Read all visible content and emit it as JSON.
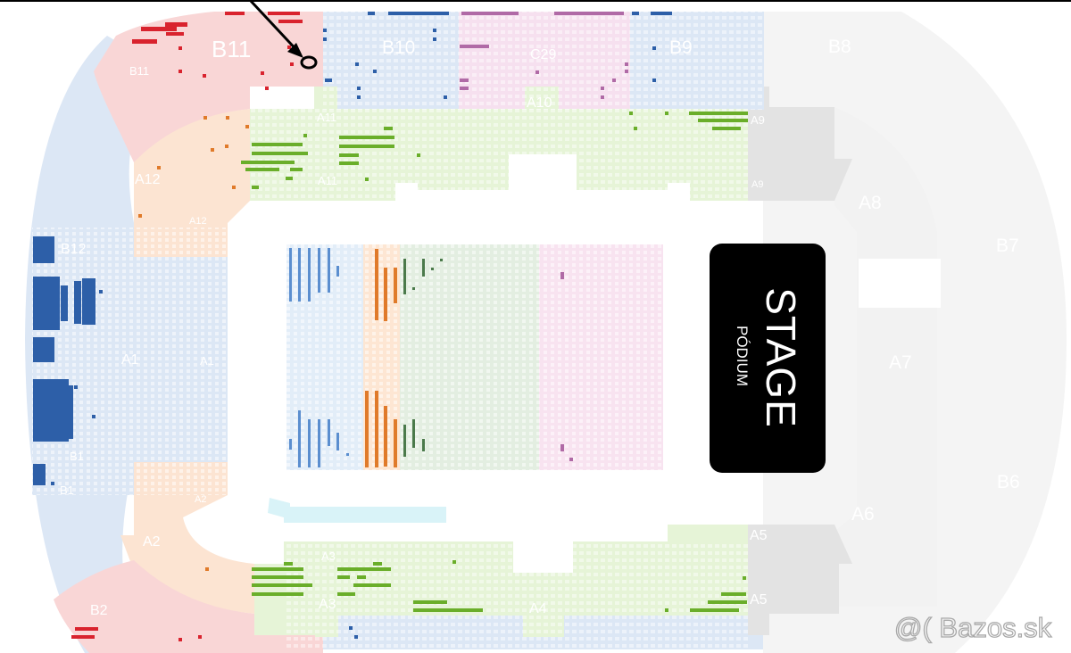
{
  "map": {
    "stage": {
      "title": "STAGE",
      "subtitle": "PÓDIUM"
    },
    "sections": {
      "B11_big": "B11",
      "B11_small": "B11",
      "B10": "B10",
      "C29": "C29",
      "B9": "B9",
      "B8": "B8",
      "A11_top": "A11",
      "A11_bottom": "A11",
      "A10": "A10",
      "A9_top": "A9",
      "A9_bottom": "A9",
      "A8": "A8",
      "B7": "B7",
      "A7": "A7",
      "B6": "B6",
      "A6": "A6",
      "A5_top": "A5",
      "A5_bottom": "A5",
      "A4": "A4",
      "A3_top": "A3",
      "A3_bottom": "A3",
      "A2_big": "A2",
      "A2_small": "A2",
      "B2": "B2",
      "B1_top": "B1",
      "B1_bottom": "B1",
      "A1_left": "A1",
      "A1_right": "A1",
      "B12": "B12",
      "A12_big": "A12",
      "A12_small": "A12"
    },
    "colors": {
      "blue_section": "#dce7f5",
      "red_section": "#f9d6d6",
      "orange_section": "#fce4d2",
      "green_section": "#e6f4d7",
      "pink_section": "#f6e0ef",
      "gray_unavailable": "#f3f3f3",
      "gray_dark": "#e3e3e3",
      "cyan_section": "#d9f3f8",
      "floor_blue": "#e2edf8",
      "floor_orange": "#fde6d3",
      "floor_green": "#e3eee1",
      "floor_pink": "#f8e3f0",
      "seat_red": "#d9232e",
      "seat_blue": "#2d5fa8",
      "seat_green": "#6aae2a",
      "seat_orange": "#e07a2a",
      "seat_pink": "#b06aa6",
      "seat_darkgreen": "#3f6e3f"
    },
    "annotation": {
      "type": "hand-drawn arrow pointing to circled seat",
      "target_section": "B11"
    }
  },
  "watermark": {
    "text": "@( Bazos.sk"
  }
}
